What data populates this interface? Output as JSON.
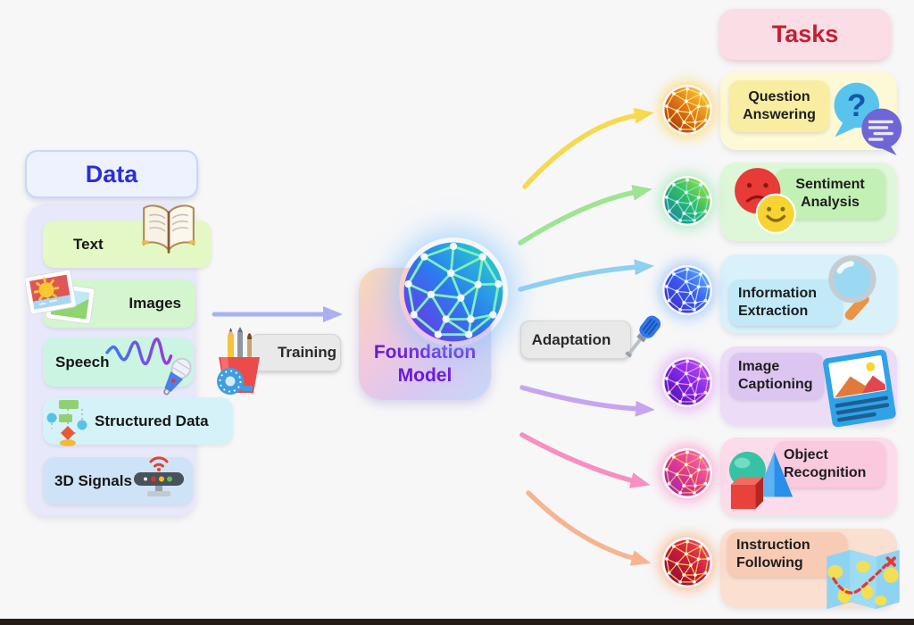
{
  "canvas": {
    "background": "#f7f7f8",
    "footer_bar_color": "#241d17"
  },
  "data_section": {
    "header": "Data",
    "header_text_color": "#2b2fd6",
    "container_bg": "#e7e8fa",
    "items": [
      {
        "label": "Text",
        "icon": "book-icon",
        "bg": "#e4f8c5"
      },
      {
        "label": "Images",
        "icon": "photos-icon",
        "bg": "#d3f6ce"
      },
      {
        "label": "Speech",
        "icon": "mic-waveform-icon",
        "bg": "#ccf4e3"
      },
      {
        "label": "Structured Data",
        "icon": "flowchart-icon",
        "bg": "#d5f2f8"
      },
      {
        "label": "3D Signals",
        "icon": "sensor-icon",
        "bg": "#cfe3f8"
      }
    ]
  },
  "pipeline": {
    "training_label": "Training",
    "training_icon": "pencil-cup-icon",
    "model_label": "Foundation Model",
    "model_text_color": "#6a1ad8",
    "adaptation_label": "Adaptation",
    "adaptation_icon": "screwdriver-icon"
  },
  "tasks_section": {
    "header": "Tasks",
    "header_text_color": "#c22130",
    "header_bg": "#fbdde6",
    "items": [
      {
        "label": "Question Answering",
        "icon": "speech-bubbles-icon",
        "outer_bg": "#fdf8d6",
        "inner_bg": "#f8eda1"
      },
      {
        "label": "Sentiment Analysis",
        "icon": "sad-happy-faces-icon",
        "outer_bg": "#def7d9",
        "inner_bg": "#c3f0b5"
      },
      {
        "label": "Information Extraction",
        "icon": "magnifier-icon",
        "outer_bg": "#d9f1fb",
        "inner_bg": "#c1e9f8"
      },
      {
        "label": "Image Captioning",
        "icon": "image-card-icon",
        "outer_bg": "#ecdcf8",
        "inner_bg": "#ddc5f2"
      },
      {
        "label": "Object Recognition",
        "icon": "3d-shapes-icon",
        "outer_bg": "#fcdcea",
        "inner_bg": "#fac9de"
      },
      {
        "label": "Instruction Following",
        "icon": "map-icon",
        "outer_bg": "#fbdfd0",
        "inner_bg": "#f8cbb5"
      }
    ]
  },
  "arrow_colors": {
    "training": "#a9b0f1",
    "qa": "#f6d94e",
    "sentiment": "#9fe492",
    "info": "#8fcff2",
    "caption": "#c7a4ef",
    "object": "#f78fc0",
    "instruction": "#f7b491"
  },
  "spheres": {
    "foundation": {
      "colors": [
        "#28e0c8",
        "#2c7bf0",
        "#7a28e0"
      ],
      "mesh": "#7df2b9",
      "glow": "rgba(140,200,255,0.6)"
    },
    "qa": {
      "colors": [
        "#ffe040",
        "#e07818",
        "#a02808"
      ],
      "mesh": "#ffde70",
      "glow": "rgba(255,200,40,0.55)"
    },
    "sentiment": {
      "colors": [
        "#b8e828",
        "#30b868",
        "#1878b0"
      ],
      "mesh": "#70e8d0",
      "glow": "rgba(120,230,150,0.5)"
    },
    "info": {
      "colors": [
        "#68c0ff",
        "#3858f0",
        "#5020c0"
      ],
      "mesh": "#b0d8ff",
      "glow": "rgba(100,170,255,0.5)"
    },
    "caption": {
      "colors": [
        "#c858f8",
        "#7828e8",
        "#4810a8"
      ],
      "mesh": "#f888e0",
      "glow": "rgba(220,120,255,0.5)"
    },
    "object": {
      "colors": [
        "#ff78c0",
        "#e03898",
        "#9020c0"
      ],
      "mesh": "#ffb050",
      "glow": "rgba(255,120,190,0.55)"
    },
    "instruction": {
      "colors": [
        "#f85868",
        "#c81840",
        "#801030"
      ],
      "mesh": "#f8c850",
      "glow": "rgba(255,150,80,0.55)"
    }
  }
}
